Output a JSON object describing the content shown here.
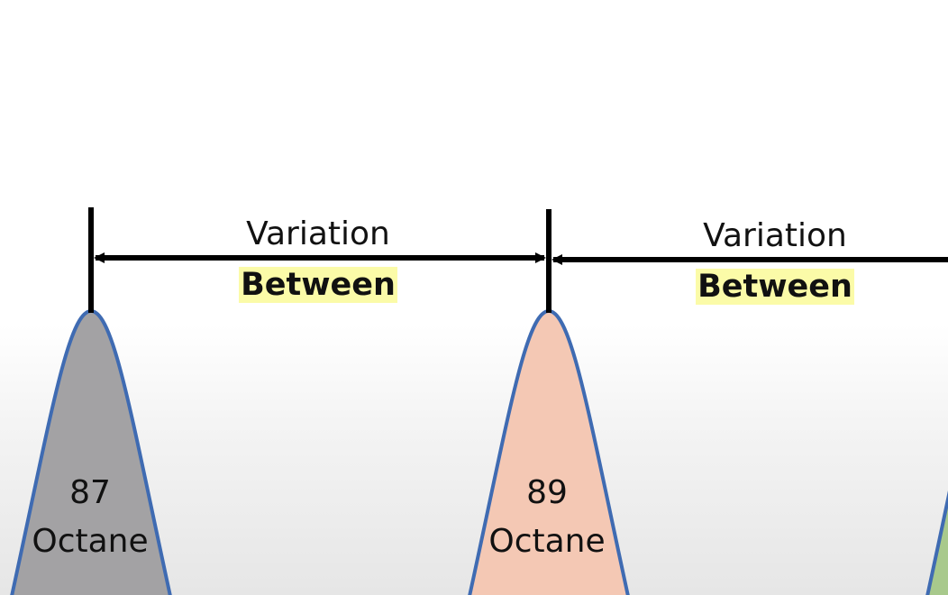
{
  "gaps": [
    {
      "line1": "Variation",
      "line2": "Between"
    },
    {
      "line1": "Variation",
      "line2": "Between"
    }
  ],
  "peaks": [
    {
      "value": "87",
      "unit": "Octane",
      "fill": "#a3a2a4"
    },
    {
      "value": "89",
      "unit": "Octane",
      "fill": "#f4c8b4"
    },
    {
      "value": "",
      "unit": "",
      "fill": "#a8c98c"
    }
  ],
  "colors": {
    "outline": "#3f6bb2",
    "marker": "#000000",
    "highlight": "#fbfba8"
  }
}
